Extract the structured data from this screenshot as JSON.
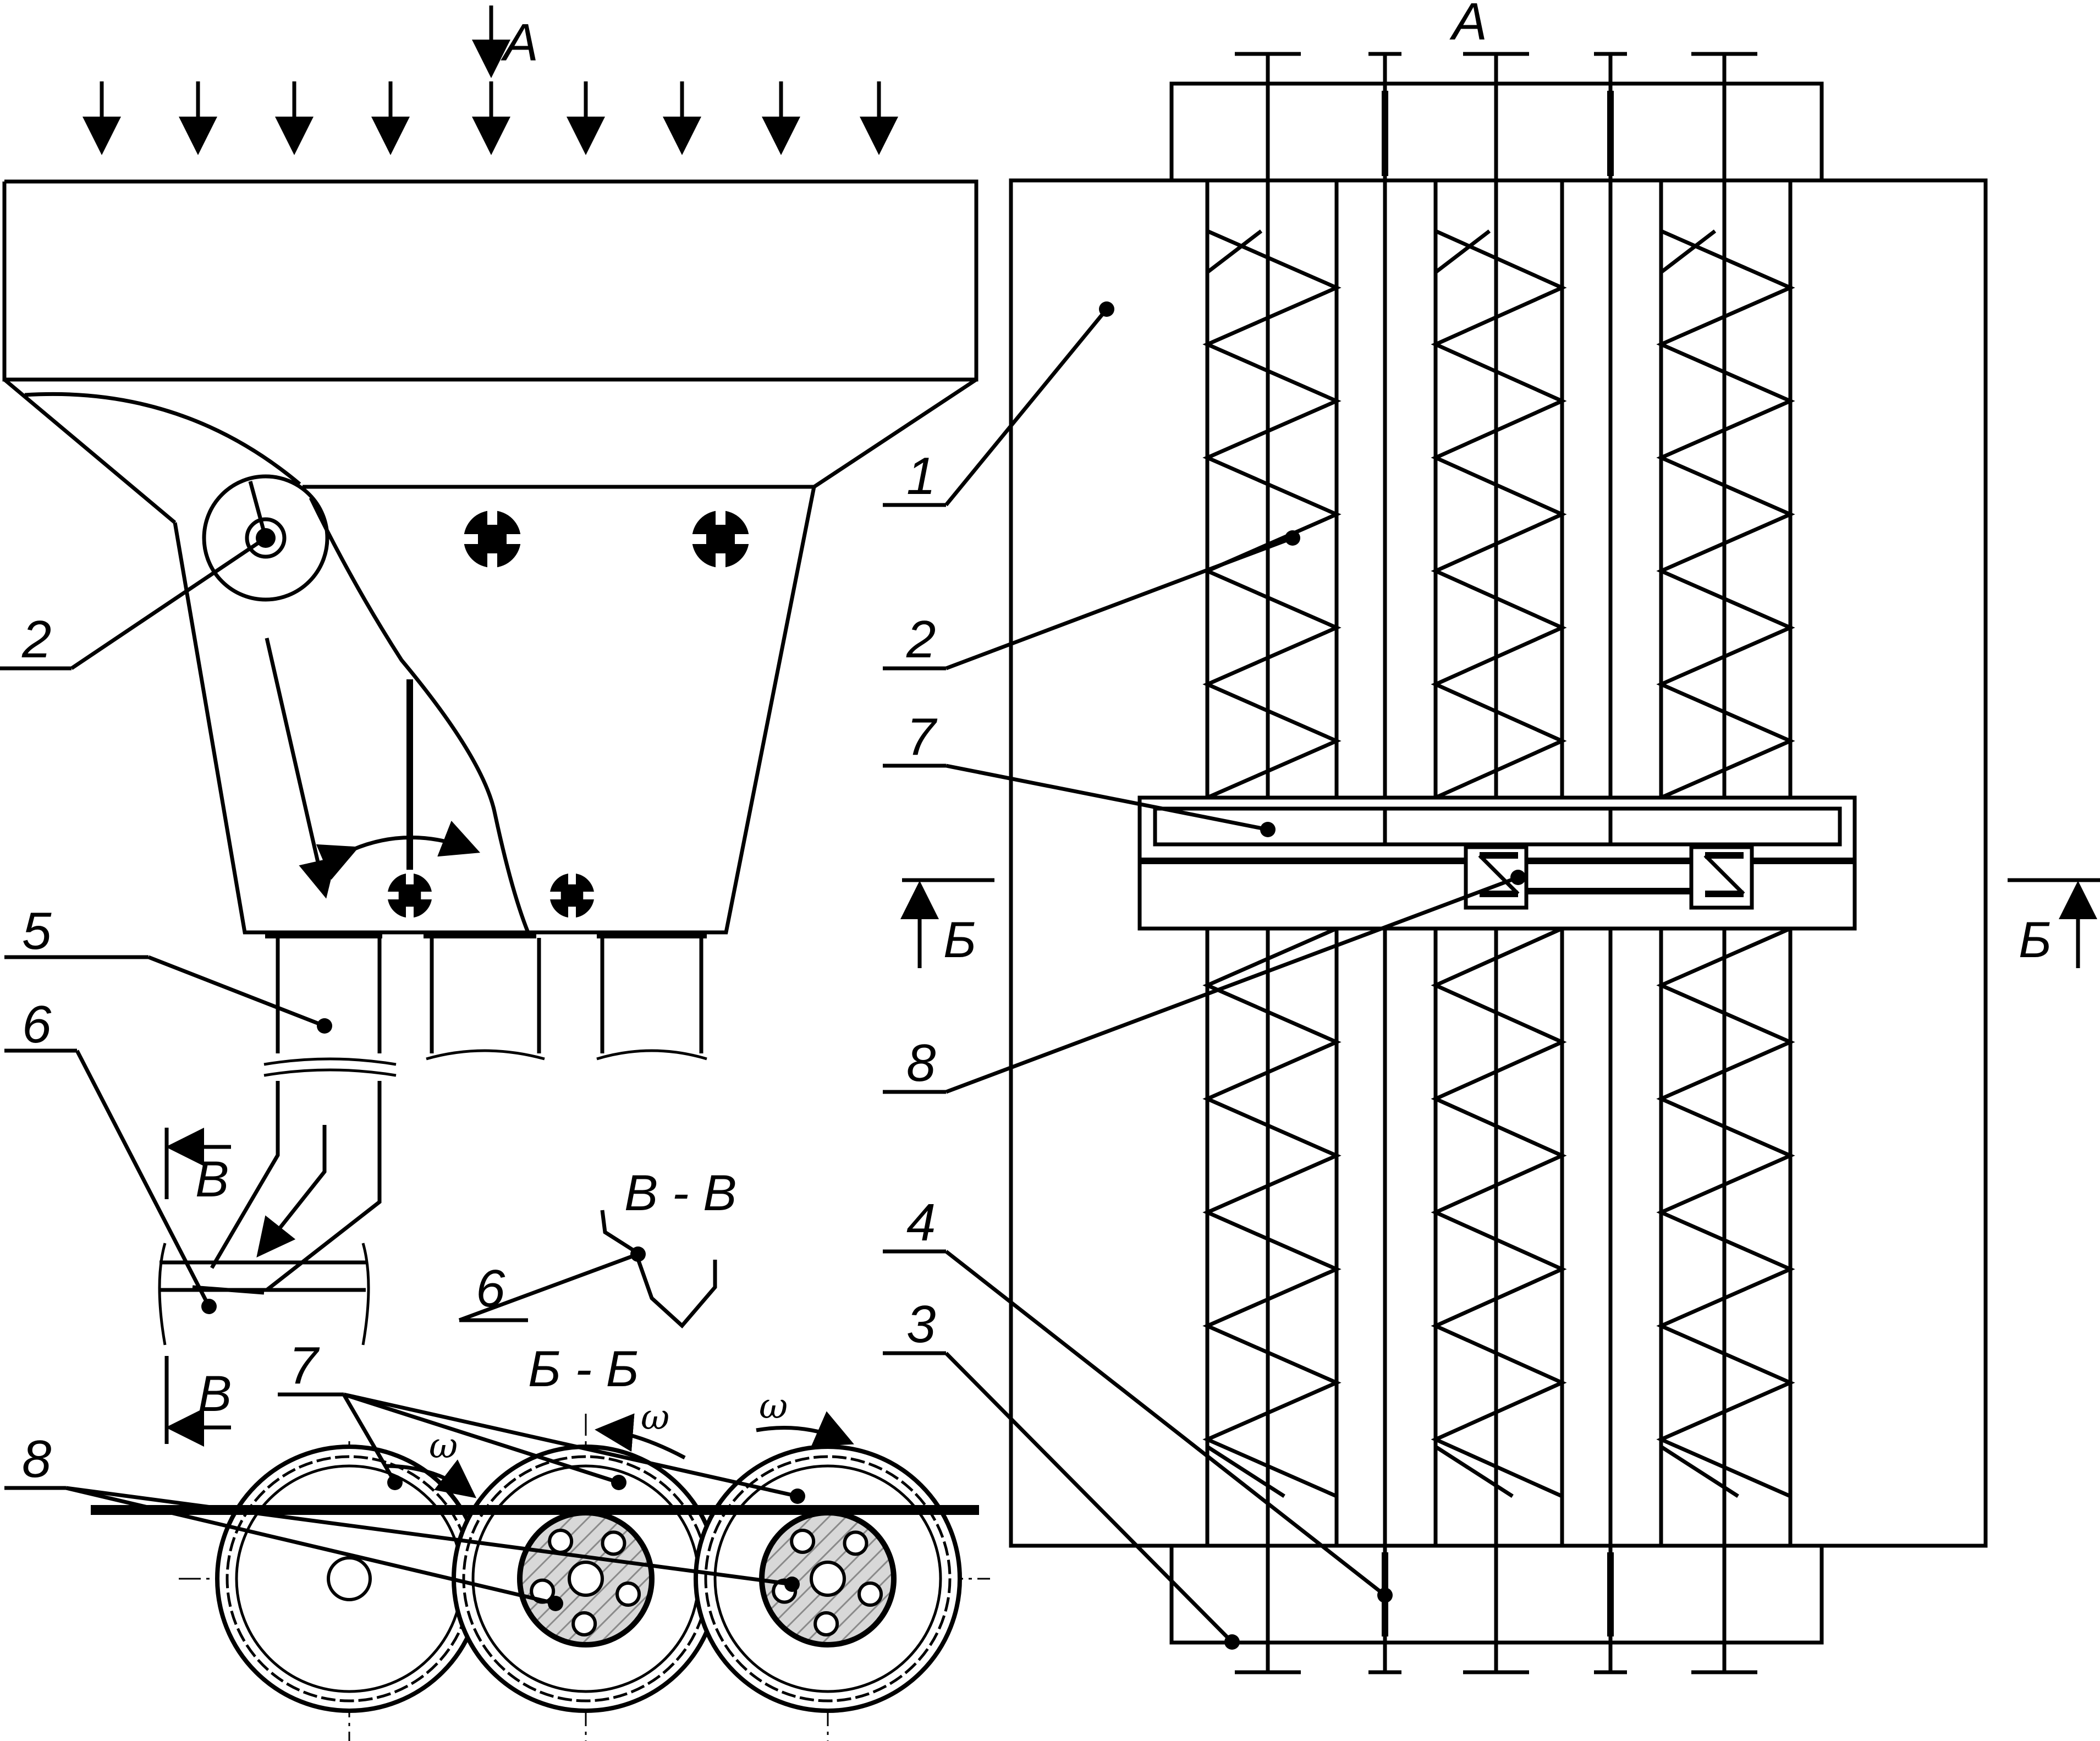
{
  "figure": {
    "view_labels": {
      "top_arrow": "А",
      "top_right": "А"
    },
    "section_labels": {
      "b_left": "Б",
      "b_right": "Б",
      "v_top": "В",
      "v_bottom": "В",
      "section_vv": "В - В",
      "section_bb": "Б - Б"
    },
    "rotation_symbol": "ω",
    "callouts_left": {
      "c2": "2",
      "c5": "5",
      "c6": "6",
      "c6_section": "6",
      "c7": "7",
      "c8": "8"
    },
    "callouts_right": {
      "c1": "1",
      "c2": "2",
      "c7": "7",
      "c8": "8",
      "c4": "4",
      "c3": "3"
    },
    "colors": {
      "line": "#000000",
      "background": "#ffffff",
      "hatch": "#9a9a9a"
    },
    "icons": [
      "down-arrow-icon",
      "cross-slot-nut-icon",
      "section-arrow-icon",
      "swing-arrow-icon"
    ]
  }
}
